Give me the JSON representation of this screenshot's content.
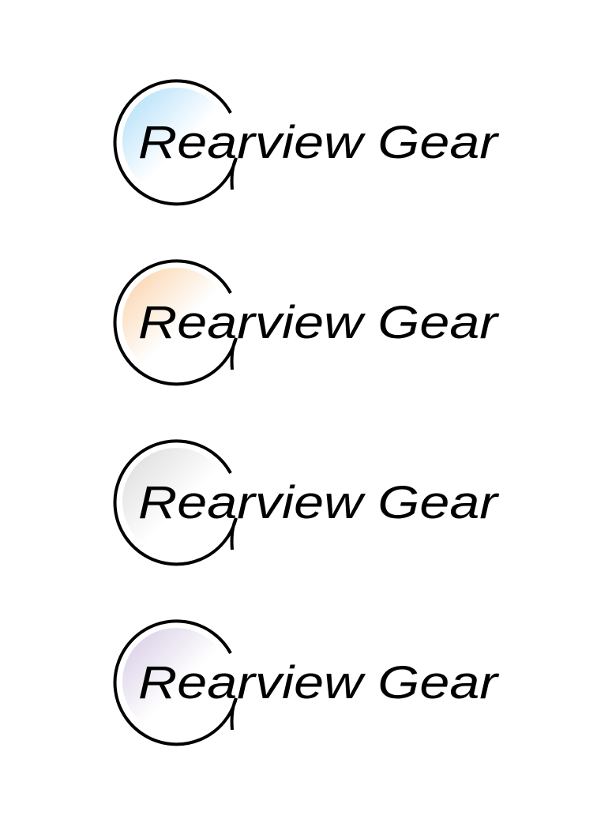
{
  "logos": [
    {
      "text": "Rearview Gear",
      "accent": "#a9dcf8"
    },
    {
      "text": "Rearview Gear",
      "accent": "#f9cfa3"
    },
    {
      "text": "Rearview Gear",
      "accent": "#d9d9d9"
    },
    {
      "text": "Rearview Gear",
      "accent": "#d4c8e3"
    }
  ]
}
